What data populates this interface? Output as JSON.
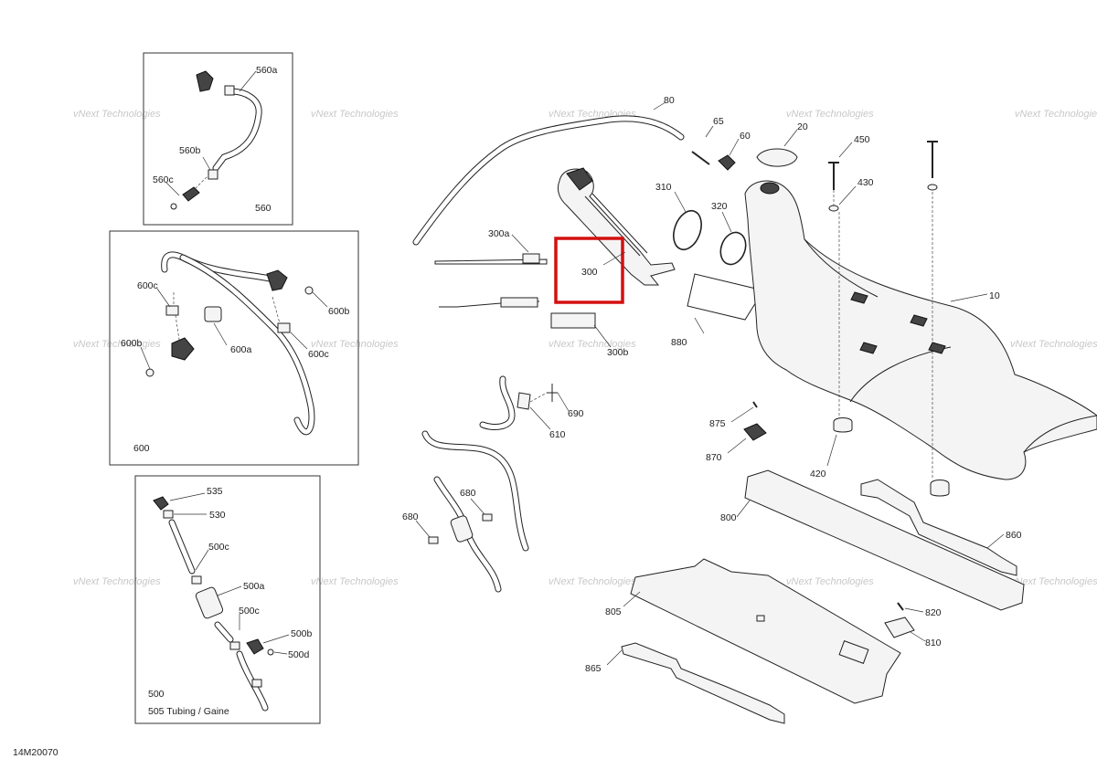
{
  "diagram_id": "14M20070",
  "watermark": "vNext Technologies",
  "highlight": {
    "label": "300",
    "color": "#d41010"
  },
  "groups": {
    "g560": "560",
    "g600": "600",
    "g500": "500",
    "g505": "505  Tubing / Gaine"
  },
  "labels": {
    "l560a": "560a",
    "l560b": "560b",
    "l560c": "560c",
    "l600c1": "600c",
    "l600b1": "600b",
    "l600b2": "600b",
    "l600a": "600a",
    "l600c2": "600c",
    "l535": "535",
    "l530": "530",
    "l500c1": "500c",
    "l500a": "500a",
    "l500c2": "500c",
    "l500b": "500b",
    "l500d": "500d",
    "l80": "80",
    "l65": "65",
    "l60": "60",
    "l20": "20",
    "l450": "450",
    "l430": "430",
    "l310": "310",
    "l320": "320",
    "l300a": "300a",
    "l300": "300",
    "l300b": "300b",
    "l880": "880",
    "l10": "10",
    "l690": "690",
    "l610": "610",
    "l680a": "680",
    "l680b": "680",
    "l875": "875",
    "l870": "870",
    "l420": "420",
    "l800": "800",
    "l860": "860",
    "l805": "805",
    "l820": "820",
    "l810": "810",
    "l865": "865"
  }
}
